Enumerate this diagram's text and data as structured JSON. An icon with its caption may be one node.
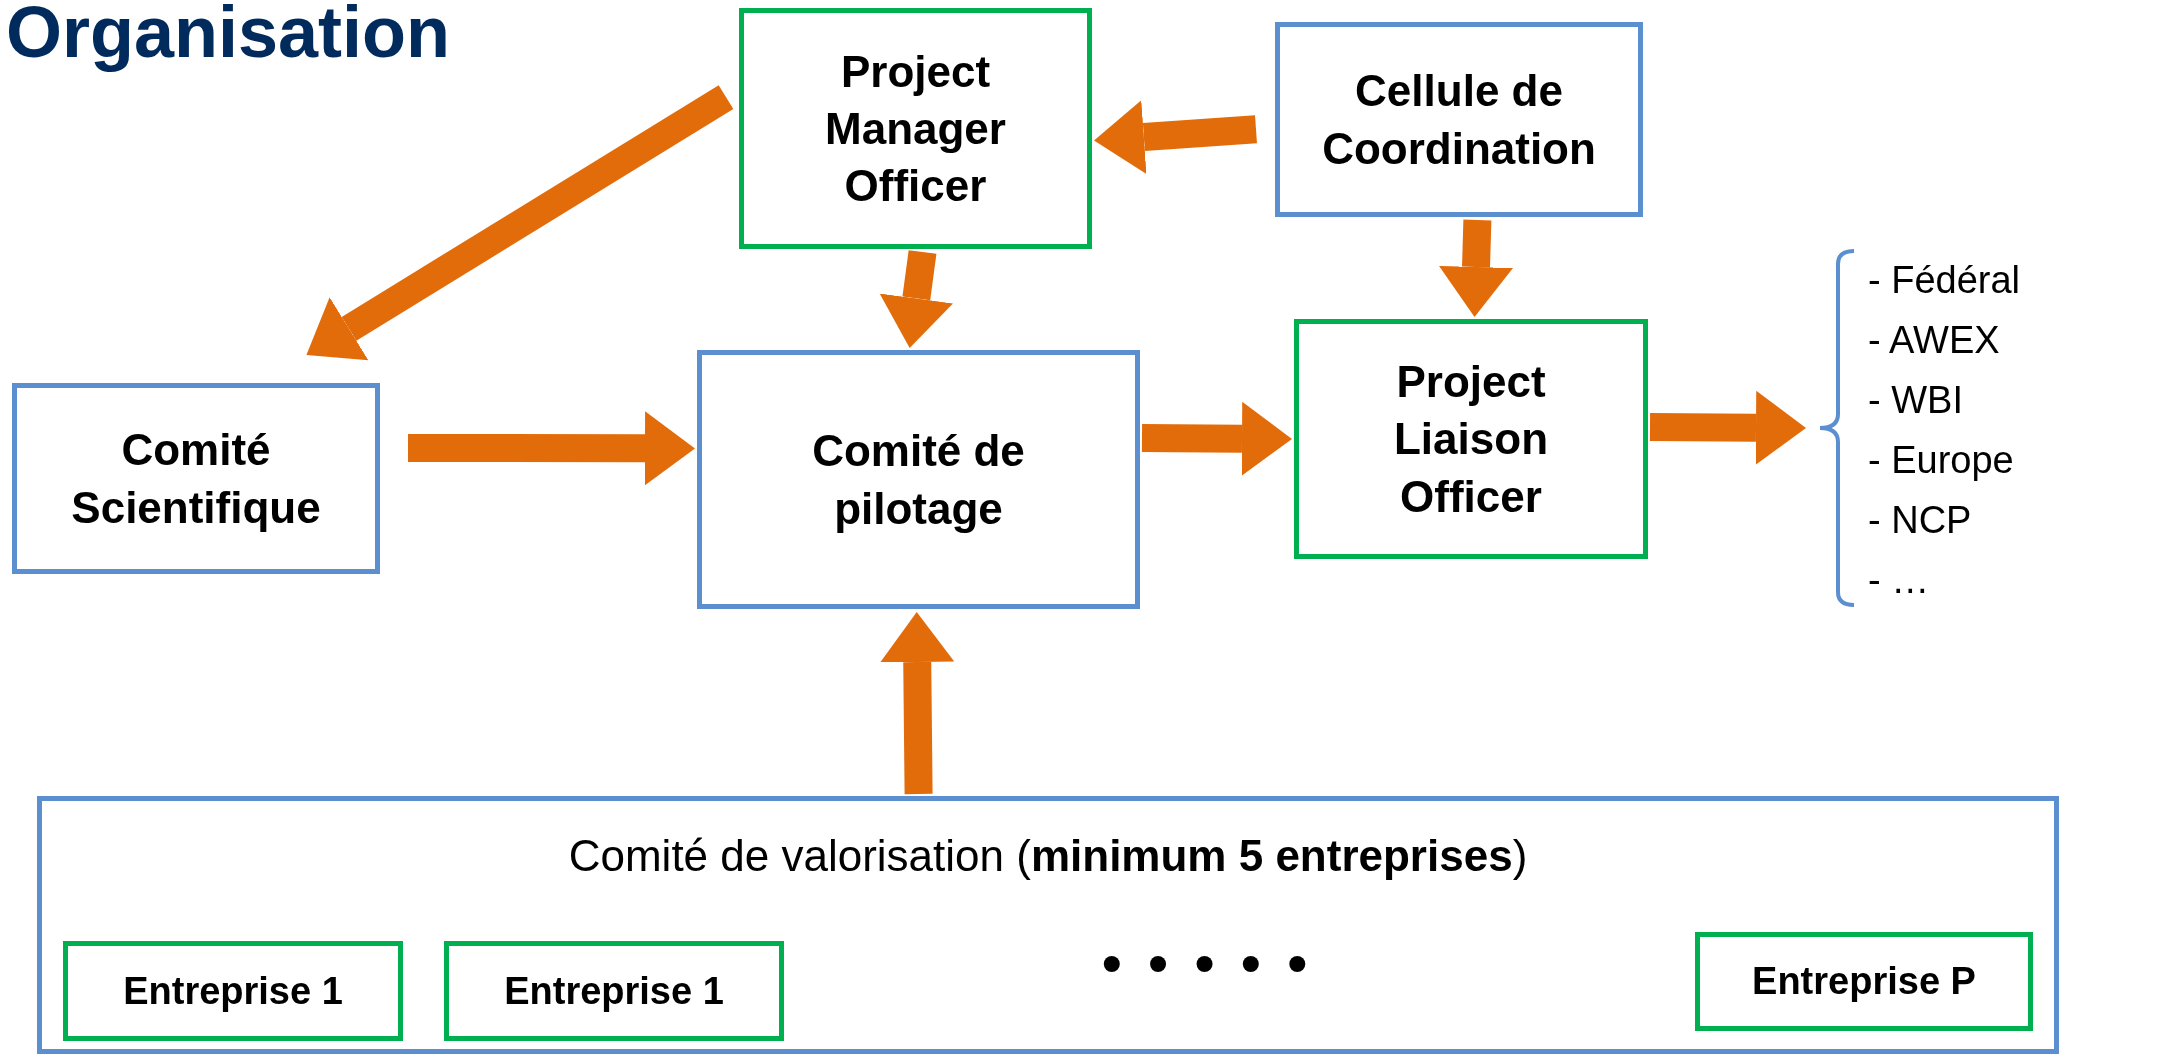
{
  "diagram": {
    "title": "Organisation",
    "nodes": [
      {
        "text": [
          "Project Manager Officer"
        ]
      },
      {
        "text": [
          "Cellule de Coordination"
        ]
      },
      {
        "text": [
          "Comité Scientifique"
        ]
      },
      {
        "text": [
          "Comité de pilotage"
        ]
      },
      {
        "text": [
          "Project Liaison Officer"
        ]
      },
      {
        "text": [
          "- Fédéral",
          "- AWEX",
          "- WBI",
          "- Europe",
          "- NCP",
          "- …"
        ]
      },
      {
        "text": [
          "Comité de valorisation (**minimum 5 entreprises**)"
        ]
      },
      {
        "text": [
          "Entreprise 1"
        ],
        "in": 6
      },
      {
        "text": [
          "Entreprise 1"
        ],
        "in": 6
      },
      {
        "text": [
          "Entreprise P"
        ],
        "in": 6
      }
    ],
    "edges": [
      {
        "from": 0,
        "to": 2,
        "arrow": "to"
      },
      {
        "from": 1,
        "to": 0,
        "arrow": "to"
      },
      {
        "from": 0,
        "to": 3,
        "arrow": "to"
      },
      {
        "from": 2,
        "to": 3,
        "arrow": "to"
      },
      {
        "from": 3,
        "to": 4,
        "arrow": "to"
      },
      {
        "from": 1,
        "to": 4,
        "arrow": "to"
      },
      {
        "from": 4,
        "to": 5,
        "arrow": "to"
      },
      {
        "from": 6,
        "to": 3,
        "arrow": "to"
      }
    ],
    "labels": [
      "• • • • •"
    ]
  }
}
